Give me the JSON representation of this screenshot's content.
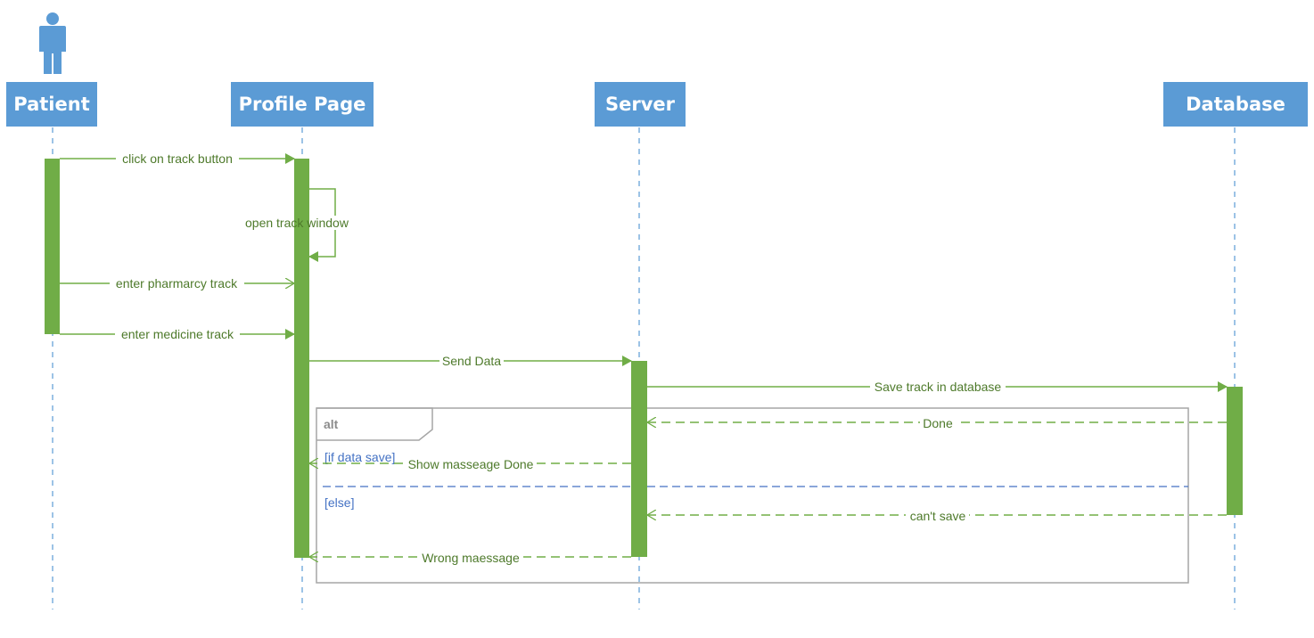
{
  "actor": {
    "icon": "person-icon"
  },
  "lifelines": [
    {
      "id": "patient",
      "label": "Patient"
    },
    {
      "id": "profile",
      "label": "Profile Page"
    },
    {
      "id": "server",
      "label": "Server"
    },
    {
      "id": "database",
      "label": "Database"
    }
  ],
  "messages": [
    {
      "id": "click-track",
      "label": "click on track button",
      "type": "sync"
    },
    {
      "id": "open-window",
      "label": "open track window",
      "type": "self"
    },
    {
      "id": "enter-pharmacy",
      "label": "enter pharmarcy track",
      "type": "async"
    },
    {
      "id": "enter-medicine",
      "label": "enter medicine track",
      "type": "sync"
    },
    {
      "id": "send-data",
      "label": "Send Data",
      "type": "sync"
    },
    {
      "id": "save-track",
      "label": "Save track in database",
      "type": "sync"
    },
    {
      "id": "done",
      "label": "Done",
      "type": "return"
    },
    {
      "id": "show-done",
      "label": "Show masseage Done",
      "type": "return"
    },
    {
      "id": "cant-save",
      "label": "can't save",
      "type": "return"
    },
    {
      "id": "wrong",
      "label": "Wrong maessage",
      "type": "return"
    }
  ],
  "fragment": {
    "operator": "alt",
    "guard_if": "[if data save]",
    "guard_else": "[else]"
  },
  "colors": {
    "lifeline_blue": "#5b9bd5",
    "activation_green": "#70ad47",
    "message_green": "#548235",
    "text_green": "#4e7a2b",
    "guard_blue": "#4472c4",
    "fragment_gray": "#a6a6a6"
  }
}
